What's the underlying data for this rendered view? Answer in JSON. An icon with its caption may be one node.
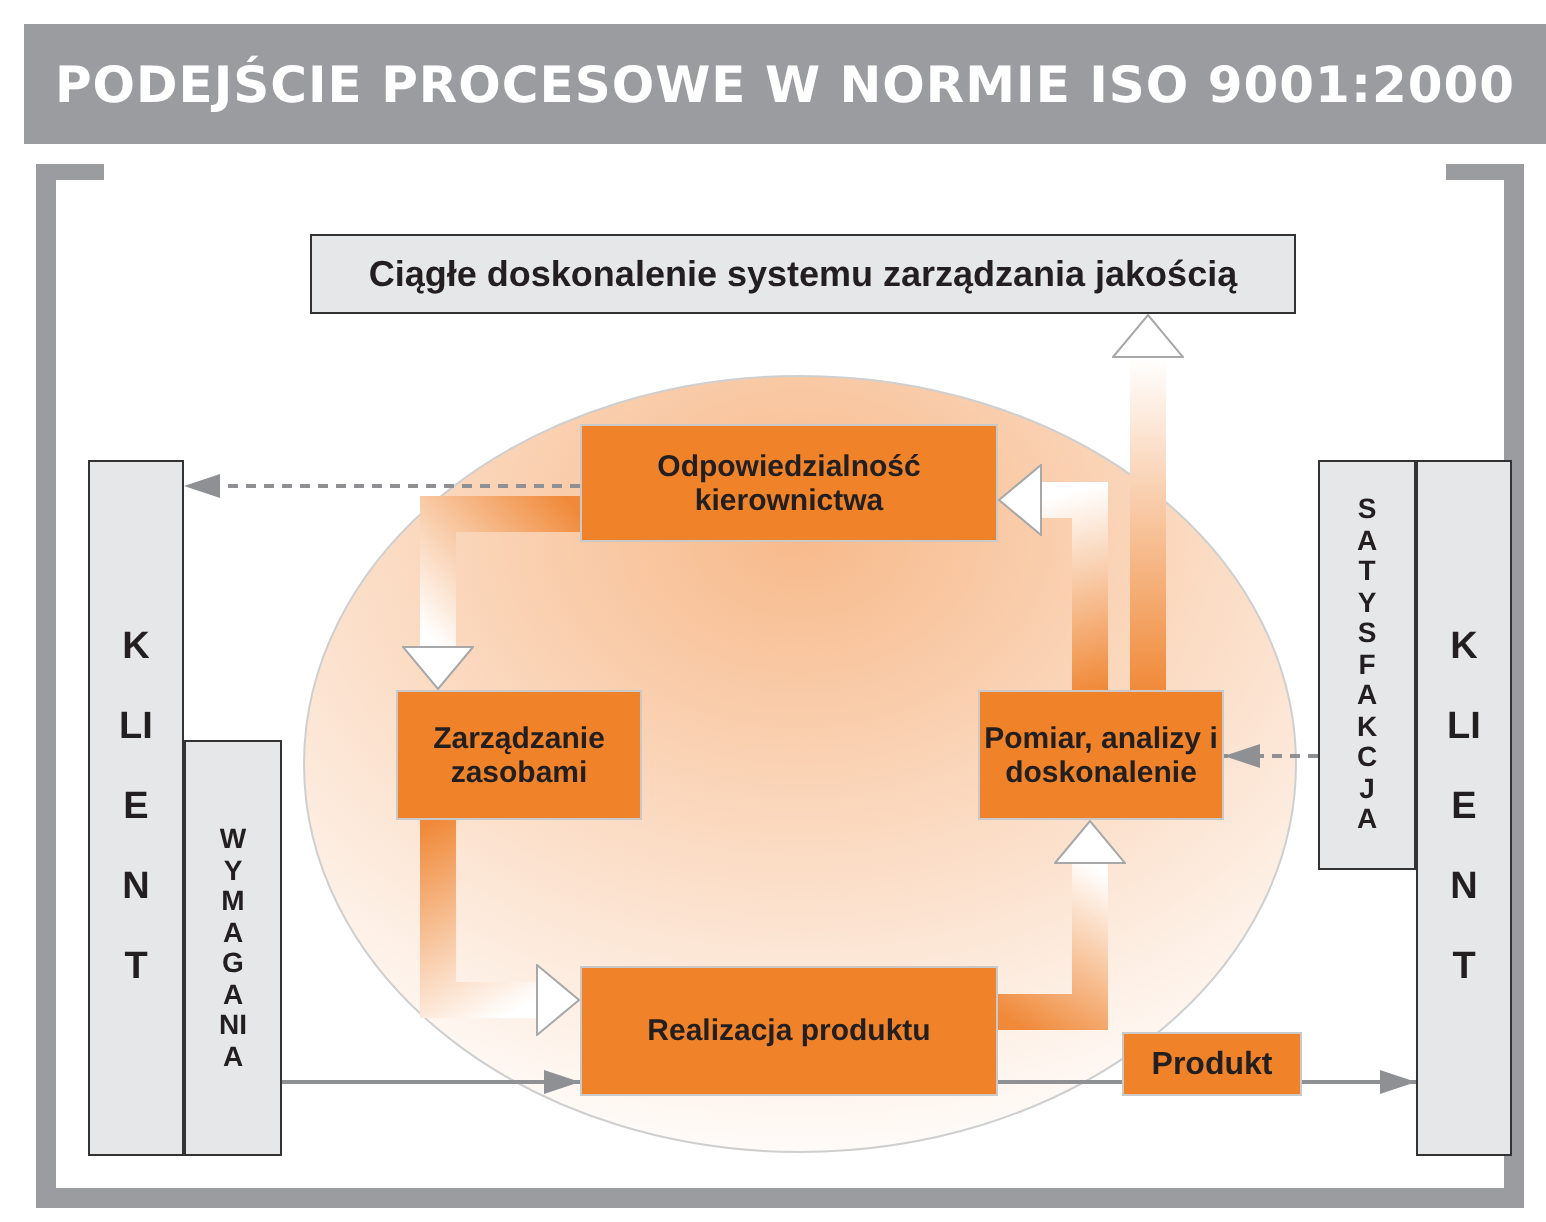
{
  "diagram": {
    "title": "PODEJŚCIE PROCESOWE W NORMIE ISO 9001:2000",
    "nodes": [
      {
        "text": [
          "Ciągłe doskonalenie systemu zarządzania jakością"
        ]
      },
      {
        "text": [
          "Odpowiedzialność kierownictwa"
        ]
      },
      {
        "text": [
          "Zarządzanie zasobami"
        ]
      },
      {
        "text": [
          "Pomiar, analizy i doskonalenie"
        ]
      },
      {
        "text": [
          "Realizacja produktu"
        ]
      },
      {
        "text": [
          "Produkt"
        ]
      },
      {
        "text": [
          "KLIENT"
        ]
      },
      {
        "text": [
          "WYMAGANIA"
        ]
      },
      {
        "text": [
          "SATYSFAKCJA"
        ]
      },
      {
        "text": [
          "KLIENT"
        ]
      }
    ],
    "edges": [
      {
        "from": 1,
        "to": 6,
        "arrow": "to",
        "style": "dashed"
      },
      {
        "from": 1,
        "to": 2,
        "arrow": "to",
        "style": "thick",
        "color": "#f08a3a"
      },
      {
        "from": 2,
        "to": 4,
        "arrow": "to",
        "style": "thick",
        "color": "#f08a3a"
      },
      {
        "from": 4,
        "to": 3,
        "arrow": "to",
        "style": "thick",
        "color": "#f08a3a"
      },
      {
        "from": 3,
        "to": 1,
        "arrow": "to",
        "style": "thick",
        "color": "#f08a3a"
      },
      {
        "from": 3,
        "to": 0,
        "arrow": "to",
        "style": "thick",
        "color": "#f08a3a"
      },
      {
        "from": 8,
        "to": 3,
        "arrow": "to",
        "style": "dashed"
      },
      {
        "from": 7,
        "to": 4,
        "arrow": "to"
      },
      {
        "from": 4,
        "to": 5,
        "arrow": "none"
      },
      {
        "from": 5,
        "to": 9,
        "arrow": "to"
      }
    ]
  }
}
